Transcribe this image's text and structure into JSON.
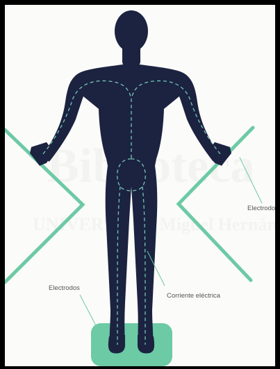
{
  "labels": {
    "electrodes_left": "Electrodos",
    "electrodes_right": "Electrodo",
    "current": "Corriente eléctrica"
  },
  "watermark": {
    "main": "Biblioteca",
    "sub": "UNIVERSITAS Miguel Hernández"
  },
  "colors": {
    "body": "#1b2340",
    "electrode": "#6ccaa5",
    "current_path": "#7fd6c4",
    "label_text": "#555555"
  }
}
